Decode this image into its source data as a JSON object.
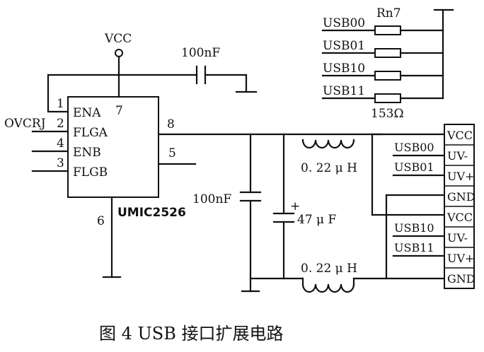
{
  "ic": {
    "name": "UMIC2526",
    "pins": {
      "ena": "ENA",
      "flga": "FLGA",
      "enb": "ENB",
      "flgb": "FLGB",
      "n1": "1",
      "n2": "2",
      "n3": "3",
      "n4": "4",
      "n5": "5",
      "n6": "6",
      "n7": "7",
      "n8": "8"
    }
  },
  "supply": {
    "vcc": "VCC"
  },
  "signals": {
    "ovcrj": "OVCRJ"
  },
  "components": {
    "cap_top": "100nF",
    "cap_mid": "100nF",
    "cap_elec": "47 μ F",
    "cap_plus": "+",
    "ind_top": "0. 22 μ H",
    "ind_bot": "0. 22 μ H"
  },
  "resistor_network": {
    "name": "Rn7",
    "inputs": [
      "USB00",
      "USB01",
      "USB10",
      "USB11"
    ],
    "value": "153Ω"
  },
  "connector": {
    "pins": [
      "VCC",
      "UV-",
      "UV+",
      "GND",
      "VCC",
      "UV-",
      "UV+",
      "GND"
    ],
    "signals": [
      "USB00",
      "USB01",
      "USB10",
      "USB11"
    ]
  },
  "caption": "图 4  USB 接口扩展电路"
}
